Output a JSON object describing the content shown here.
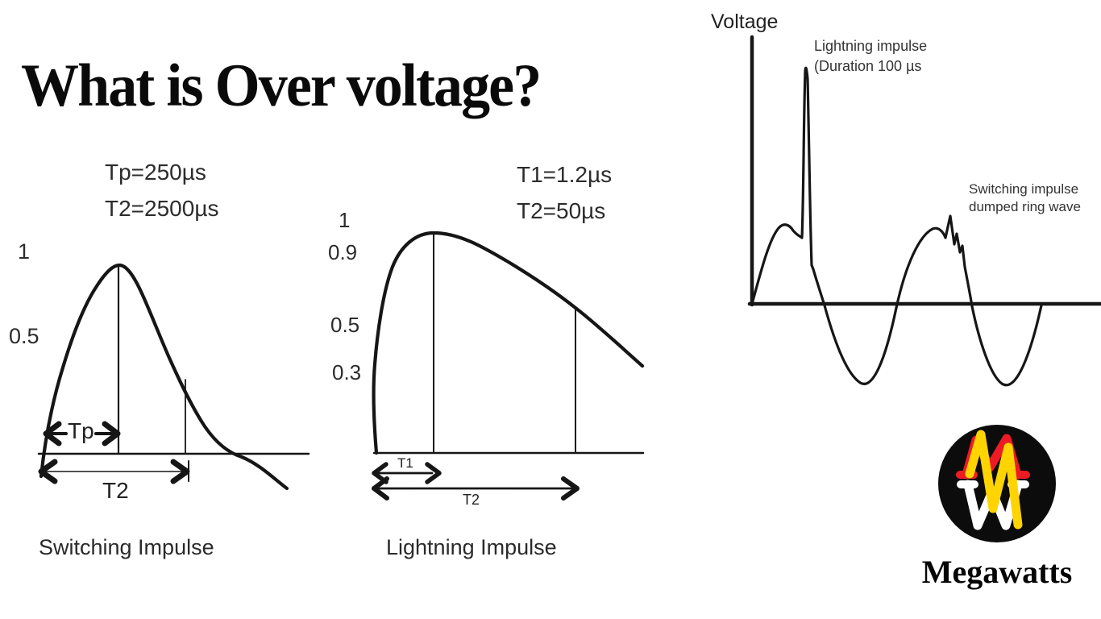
{
  "title": "What is Over voltage?",
  "switching_impulse": {
    "param_tp": "Tp=250µs",
    "param_t2": "T2=2500µs",
    "y_label_1": "1",
    "y_label_05": "0.5",
    "tp_arrow_label": "Tp",
    "t2_arrow_label": "T2",
    "caption": "Switching Impulse"
  },
  "lightning_impulse": {
    "param_t1": "T1=1.2µs",
    "param_t2": "T2=50µs",
    "y_label_1": "1",
    "y_label_09": "0.9",
    "y_label_05": "0.5",
    "y_label_03": "0.3",
    "t1_arrow_label": "T1",
    "t2_arrow_label": "T2",
    "caption": "Lightning Impulse"
  },
  "voltage_graph": {
    "y_axis_label": "Voltage",
    "lightning_note_line1": "Lightning impulse",
    "lightning_note_line2": "(Duration 100 µs",
    "switching_note_line1": "Switching impulse",
    "switching_note_line2": "dumped ring wave"
  },
  "logo": {
    "brand": "Megawatts"
  },
  "colors": {
    "ink": "#161616",
    "logo_bg": "#0c0c0c",
    "logo_red": "#ed1c24",
    "logo_yellow": "#ffd400",
    "logo_white": "#ffffff"
  }
}
